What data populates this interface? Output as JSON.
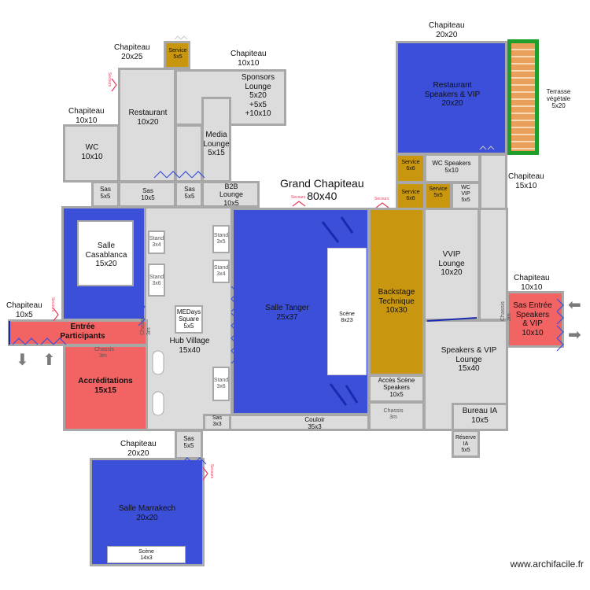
{
  "labels": {
    "chap_20x25": "Chapiteau\n20x25",
    "chap_10x10_top": "Chapiteau\n10x10",
    "chap_10x10_left": "Chapiteau\n10x10",
    "chap_20x20_top": "Chapiteau\n20x20",
    "chap_15x10": "Chapiteau\n15x10",
    "chap_10x10_right": "Chapiteau\n10x10",
    "chap_10x5": "Chapiteau\n10x5",
    "chap_20x20_bottom": "Chapiteau\n20x20",
    "grand_chap": "Grand Chapiteau\n80x40",
    "service_5x5": "Service\n5x5",
    "sponsors": "Sponsors\nLounge\n5x20\n+5x5\n+10x10",
    "restaurant": "Restaurant\n10x20",
    "media": "Media\nLounge\n5x15",
    "wc_left": "WC\n10x10",
    "sas_a": "Sas\n5x5",
    "sas_b": "Sas\n10x5",
    "sas_c": "Sas\n5x5",
    "b2b": "B2B\nLounge\n10x5",
    "rest_speakers": "Restaurant\nSpeakers & VIP\n20x20",
    "terrasse": "Terrasse\nvégétale\n5x20",
    "service_6x6_a": "Service\n6x6",
    "wc_speakers": "WC Speakers\n5x10",
    "service_6x6_b": "Service\n6x6",
    "service_5x5_b": "Service\n5x5",
    "wc_vip": "WC\nVIP\n5x5",
    "casablanca": "Salle\nCasablanca\n15x20",
    "stand_3x4_a": "Stand\n3x4",
    "stand_3x6_a": "Stand\n3x6",
    "stand_3x5": "Stand\n3x5",
    "stand_3x4_b": "Stand\n3x4",
    "stand_3x6_b": "Stand\n3x6",
    "medays": "MEDays\nSquare\n5x5",
    "hub": "Hub Village\n15x40",
    "tanger": "Salle Tanger\n25x37",
    "scene_8x23": "Scène\n8x23",
    "backstage": "Backstage\nTechnique\n10x30",
    "acces": "Accès Scène\nSpeakers\n10x5",
    "vvip": "VVIP\nLounge\n10x20",
    "sas_entree": "Sas Entrée\nSpeakers\n& VIP\n10x10",
    "speakers_lounge": "Speakers & VIP\nLounge\n15x40",
    "bureau": "Bureau IA\n10x5",
    "reserve": "Réserve\nIA\n5x5",
    "entree": "Entrée\nParticipants",
    "accreditations": "Accréditations\n15x15",
    "couloir": "Couloir\n35x3",
    "sas_3x3": "Sas\n3x3",
    "sas_d": "Sas\n5x5",
    "marrakech": "Salle Marrakech\n20x20",
    "scene_14x3": "Scène\n14x3",
    "chassis_1": "Chassis\n3m",
    "chassis_2": "Chassis\n3m",
    "chassis_3": "Chassis\n3m",
    "chassis_4": "Chassis\n3m",
    "secours": "Secours",
    "watermark": "www.archifacile.fr"
  },
  "colors": {
    "wall": "#a8a8a8",
    "floor": "#dcdcdc",
    "hall_blue": "#3b4fd8",
    "service_gold": "#c9960f",
    "entry_red": "#f26464",
    "terrace_green": "#1f9e2c",
    "terrace_wood": "#e8a05a",
    "secours_red": "#e23b5a"
  }
}
